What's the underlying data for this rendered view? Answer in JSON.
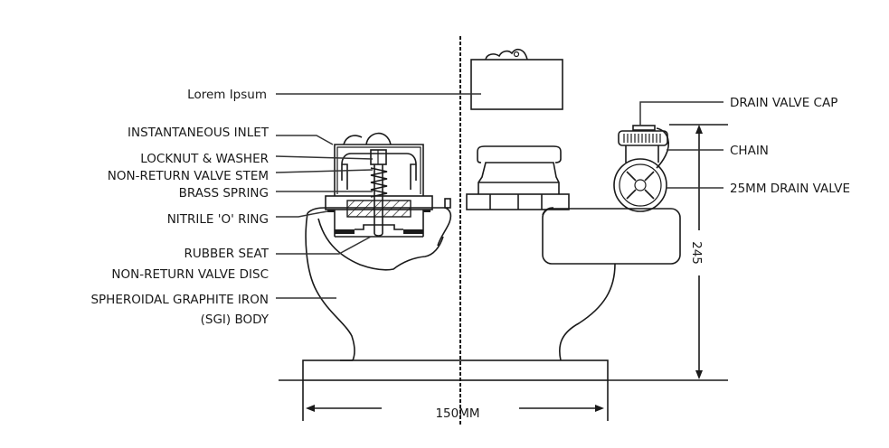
{
  "diagram": {
    "title": "Hydrant valve sectional drawing",
    "labels_left": [
      {
        "id": "lorem",
        "text": "Lorem Ipsum"
      },
      {
        "id": "inlet",
        "text": "INSTANTANEOUS INLET"
      },
      {
        "id": "locknut",
        "text": "LOCKNUT & WASHER"
      },
      {
        "id": "stem",
        "text": "NON-RETURN VALVE STEM"
      },
      {
        "id": "spring",
        "text": "BRASS SPRING"
      },
      {
        "id": "oring",
        "text": "NITRILE 'O' RING"
      },
      {
        "id": "seat",
        "text": "RUBBER SEAT"
      },
      {
        "id": "disc",
        "text": "NON-RETURN VALVE DISC"
      },
      {
        "id": "body1",
        "text": "SPHEROIDAL GRAPHITE IRON"
      },
      {
        "id": "body2",
        "text": "(SGI) BODY"
      }
    ],
    "labels_right": [
      {
        "id": "cap",
        "text": "DRAIN VALVE CAP"
      },
      {
        "id": "chain",
        "text": "CHAIN"
      },
      {
        "id": "drain",
        "text": "25MM DRAIN VALVE"
      }
    ],
    "dimensions": {
      "width_label": "150MM",
      "height_label": "245"
    }
  }
}
